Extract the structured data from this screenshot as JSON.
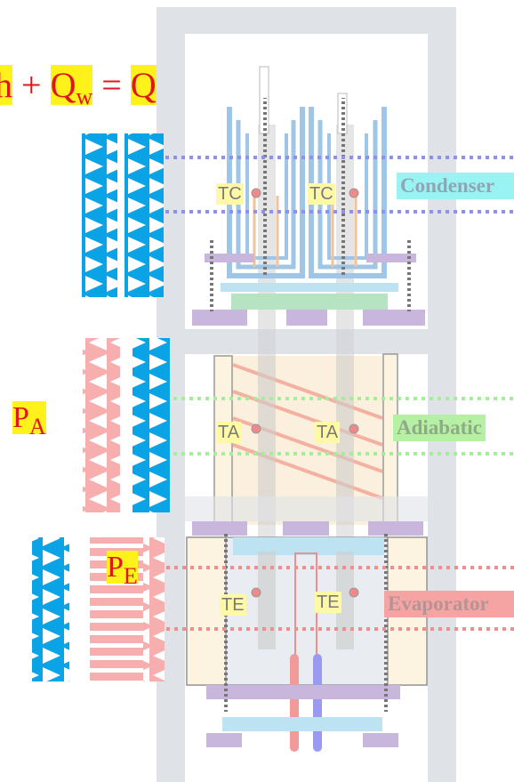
{
  "equation": {
    "left": "h",
    "plus": "+",
    "qw": "Q",
    "qw_sub": "w",
    "equals": "=",
    "q": "Q"
  },
  "pressures": {
    "pa": {
      "base": "P",
      "sub": "A"
    },
    "pe": {
      "base": "P",
      "sub": "E"
    }
  },
  "sensors": {
    "condenser": [
      "TC",
      "TC"
    ],
    "adiabatic": [
      "TA",
      "TA"
    ],
    "evaporator": [
      "TE",
      "TE"
    ]
  },
  "zones": {
    "condenser": "Condenser",
    "adiabatic": "Adiabatic",
    "evaporator": "Evaporator"
  },
  "colors": {
    "condenser_line": "#8f8ff0",
    "adiabatic_line": "#a6ec9a",
    "evaporator_line": "#ee8e8e",
    "cooling_arrows": "#0aa3e6",
    "heating_arrows": "#f6aeae",
    "equation_text": "#e0161b",
    "highlight": "#fff21a",
    "frame": "#dfe3e8"
  }
}
